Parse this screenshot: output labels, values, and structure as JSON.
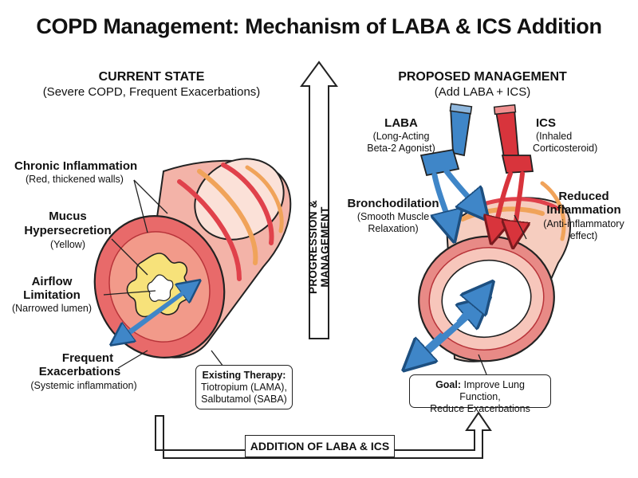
{
  "title": "COPD Management: Mechanism of LABA & ICS Addition",
  "current": {
    "heading": "CURRENT STATE",
    "subheading": "(Severe COPD, Frequent Exacerbations)",
    "labels": {
      "inflammation_title": "Chronic Inflammation",
      "inflammation_note": "(Red, thickened walls)",
      "mucus_title_1": "Mucus",
      "mucus_title_2": "Hypersecretion",
      "mucus_note": "(Yellow)",
      "airflow_title_1": "Airflow",
      "airflow_title_2": "Limitation",
      "airflow_note": "(Narrowed lumen)",
      "exac_title_1": "Frequent",
      "exac_title_2": "Exacerbations",
      "exac_note": "(Systemic inflammation)"
    },
    "therapy": {
      "title": "Existing Therapy:",
      "line1": "Tiotropium (LAMA),",
      "line2": "Salbutamol (SABA)"
    }
  },
  "center_arrow_label": "PROGRESSION & MANAGEMENT",
  "bottom_arrow_label": "ADDITION OF LABA & ICS",
  "proposed": {
    "heading": "PROPOSED MANAGEMENT",
    "subheading": "(Add LABA + ICS)",
    "laba": {
      "title": "LABA",
      "line1": "(Long-Acting",
      "line2": "Beta-2 Agonist)"
    },
    "ics": {
      "title": "ICS",
      "line1": "(Inhaled",
      "line2": "Corticosteroid)"
    },
    "broncho": {
      "title": "Bronchodilation",
      "line1": "(Smooth Muscle",
      "line2": "Relaxation)"
    },
    "reduced": {
      "title_1": "Reduced",
      "title_2": "Inflammation",
      "line1": "(Anti-inflammatory",
      "line2": "effect)"
    },
    "goal": {
      "title": "Goal:",
      "line1": "Improve Lung Function,",
      "line2": "Reduce Exacerbations"
    }
  },
  "colors": {
    "inflamed_red": "#e0414b",
    "tissue_pink": "#f3a39a",
    "mucus_yellow": "#f7e27a",
    "laba_blue": "#3f86c8",
    "ics_red": "#d8343c",
    "outline": "#222222"
  }
}
